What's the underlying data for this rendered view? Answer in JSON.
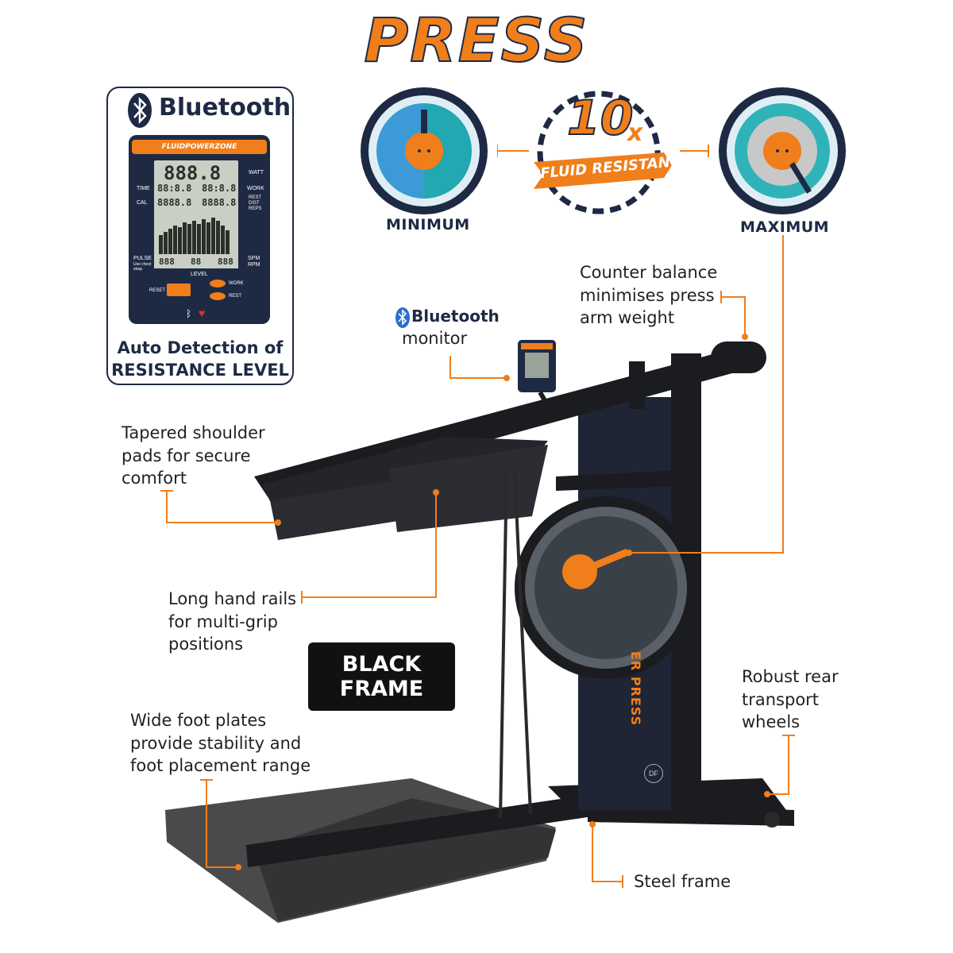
{
  "title": "PRESS",
  "bluetooth_card": {
    "brand": "Bluetooth",
    "console": {
      "header": "FLUIDPOWERZONE",
      "digits_main": "888.8",
      "watt": "WATT",
      "time": "TIME",
      "cal": "CAL",
      "work": "WORK",
      "rest_dist_reps": "REST DIST REPS",
      "row1_left": "88:8.8",
      "row1_right": "88:8.8",
      "row2_left": "8888.8",
      "row2_right": "8888.8",
      "pulse": "PULSE",
      "pulse_note": "Use chest strap",
      "bottom_left": "888",
      "bottom_mid": "88",
      "bottom_right": "888",
      "spm": "SPM",
      "rpm": "RPM",
      "level": "LEVEL",
      "reset": "RESET",
      "work_btn": "WORK",
      "rest_btn": "REST"
    },
    "caption_line1": "Auto Detection of",
    "caption_line2": "RESISTANCE LEVEL"
  },
  "gauges": {
    "minimum_label": "MINIMUM",
    "maximum_label": "MAXIMUM",
    "multiplier": "10",
    "multiplier_suffix": "x",
    "ribbon": "FLUID RESISTANCE"
  },
  "callouts": {
    "bluetooth_monitor_brand": "Bluetooth",
    "bluetooth_monitor": "monitor",
    "counter_balance": "Counter balance\nminimises press\narm weight",
    "shoulder_pads": "Tapered shoulder\npads for secure\ncomfort",
    "hand_rails": "Long hand rails\nfor multi-grip\npositions",
    "foot_plates": "Wide foot plates\nprovide stability and\nfoot placement range",
    "rear_wheels": "Robust rear\ntransport\nwheels",
    "steel_frame": "Steel frame"
  },
  "badge": {
    "line1": "BLACK",
    "line2": "FRAME"
  },
  "machine": {
    "side_text": "ER PRESS",
    "logo_text": "DF"
  },
  "colors": {
    "orange": "#f07e1b",
    "navy": "#1e2a44",
    "teal": "#3a8fb0",
    "frame": "#1b1c20"
  }
}
